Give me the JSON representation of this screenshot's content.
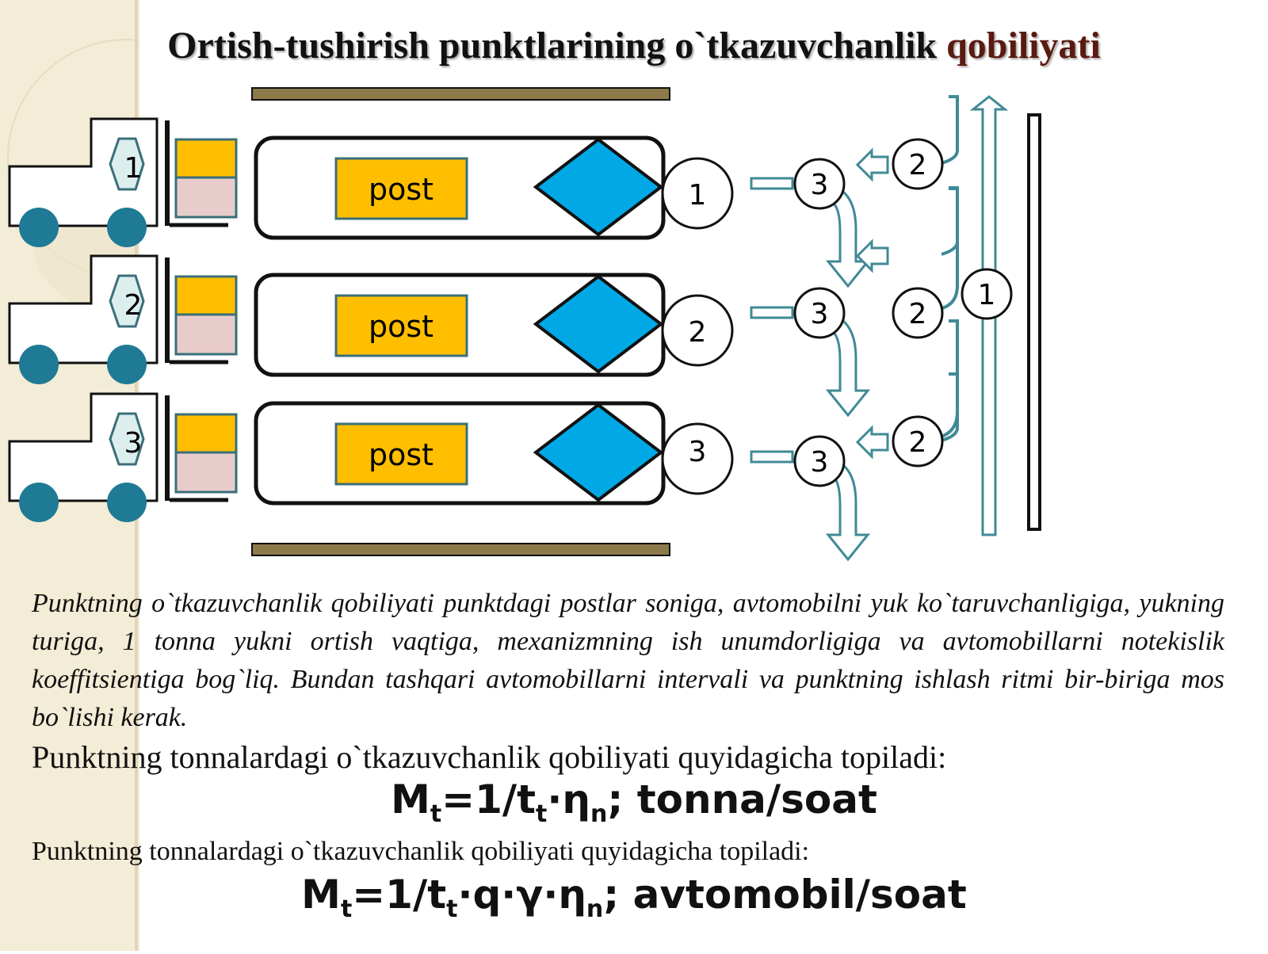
{
  "title": {
    "main": "Ortish-tushirish punktlarining o`tkazuvchanlik",
    "accent": "qobiliyati"
  },
  "diagram": {
    "post_label": "post",
    "truck_numbers": [
      "1",
      "2",
      "3"
    ],
    "post_numbers": [
      "1",
      "2",
      "3"
    ],
    "exit_label": "3",
    "entry_label": "2",
    "main_road_label": "1"
  },
  "text": {
    "description": "Punktning o`tkazuvchanlik qobiliyati punktdagi postlar soniga, avtomobilni yuk ko`taruvchanligiga, yukning turiga, 1 tonna yukni ortish vaqtiga, mexanizmning ish unumdorligiga va avtomobillarni notekislik koeffitsientiga bog`liq. Bundan tashqari avtomobillarni intervali va punktning ishlash ritmi bir-biriga mos bo`lishi kerak.",
    "line1": "Punktning  tonnalardagi  o`tkazuvchanlik qobiliyati quyidagicha  topiladi:",
    "line2": "Punktning  tonnalardagi  o`tkazuvchanlik qobiliyati quyidagicha  topiladi:"
  },
  "formula1": {
    "a": "M",
    "a_sub": "t",
    "b": "=1/t",
    "b_sub": "t",
    "c": "·η",
    "c_sub": "n",
    "d": "; tonna/soat"
  },
  "formula2": {
    "a": "M",
    "a_sub": "t",
    "b": "=1/t",
    "b_sub": "t",
    "c": "·q·γ·η",
    "c_sub": "n",
    "d": "; avtomobil/soat"
  },
  "colors": {
    "post_fill": "#ffbf00",
    "diamond_fill": "#00a8e6",
    "wheel": "#1f7a95",
    "arrow": "#3f8a96",
    "bar": "#8c7a4a",
    "pink": "#e8cccc"
  }
}
